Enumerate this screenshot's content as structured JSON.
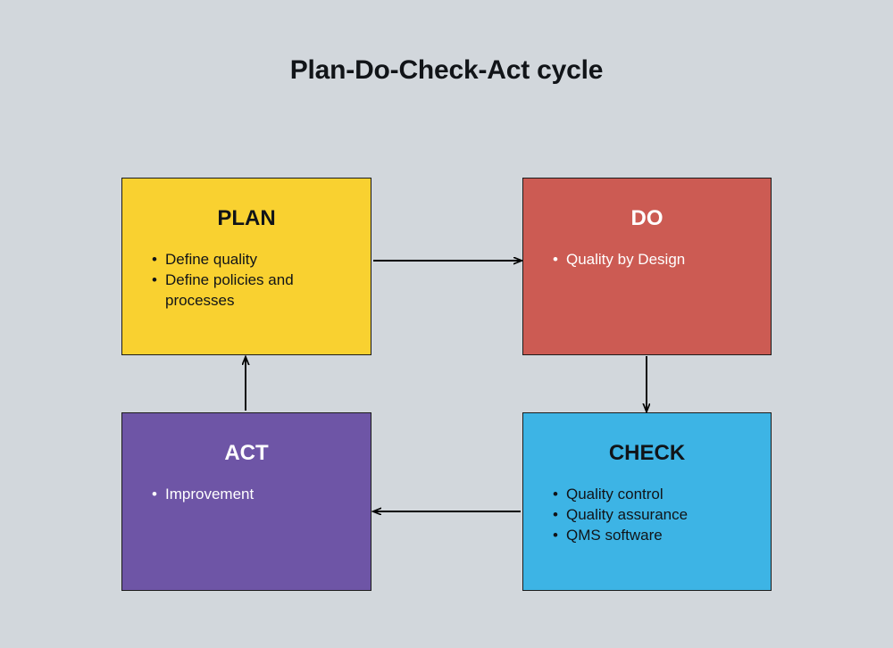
{
  "title": "Plan-Do-Check-Act cycle",
  "colors": {
    "background": "#d2d7dc",
    "plan": "#f9d130",
    "do": "#cc5b53",
    "act": "#6e55a6",
    "check": "#3db4e5",
    "border": "#1c1c1c",
    "text_dark": "#111418",
    "text_light": "#ffffff",
    "arrow": "#000000"
  },
  "nodes": {
    "plan": {
      "title": "PLAN",
      "items": [
        "Define quality",
        "Define policies and processes"
      ],
      "bullet": "•"
    },
    "do": {
      "title": "DO",
      "items": [
        "Quality by Design"
      ],
      "bullet": "•"
    },
    "check": {
      "title": "CHECK",
      "items": [
        "Quality control",
        "Quality assurance",
        "QMS software"
      ],
      "bullet": "•"
    },
    "act": {
      "title": "ACT",
      "items": [
        "Improvement"
      ],
      "bullet": "•"
    }
  },
  "arrows": [
    {
      "name": "plan-to-do",
      "from": "PLAN",
      "to": "DO",
      "direction": "right"
    },
    {
      "name": "do-to-check",
      "from": "DO",
      "to": "CHECK",
      "direction": "down"
    },
    {
      "name": "check-to-act",
      "from": "CHECK",
      "to": "ACT",
      "direction": "left"
    },
    {
      "name": "act-to-plan",
      "from": "ACT",
      "to": "PLAN",
      "direction": "up"
    }
  ]
}
